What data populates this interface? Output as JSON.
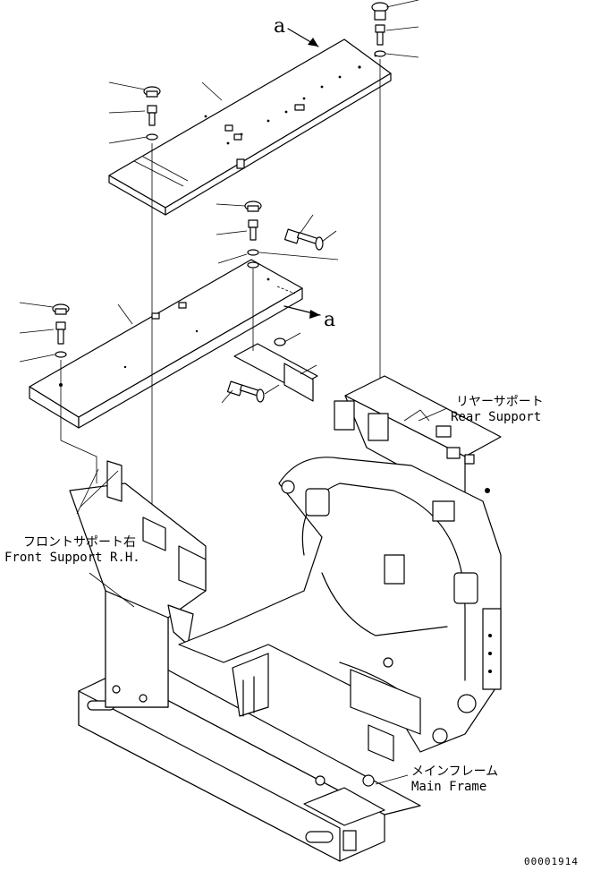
{
  "labels": {
    "a_top": "a",
    "a_mid": "a",
    "rear_support_jp": "リヤーサポート",
    "rear_support_en": "Rear Support",
    "front_support_jp": "フロントサポート右",
    "front_support_en": "Front Support R.H.",
    "main_frame_jp": "メインフレーム",
    "main_frame_en": "Main Frame",
    "drawing_number": "00001914"
  }
}
